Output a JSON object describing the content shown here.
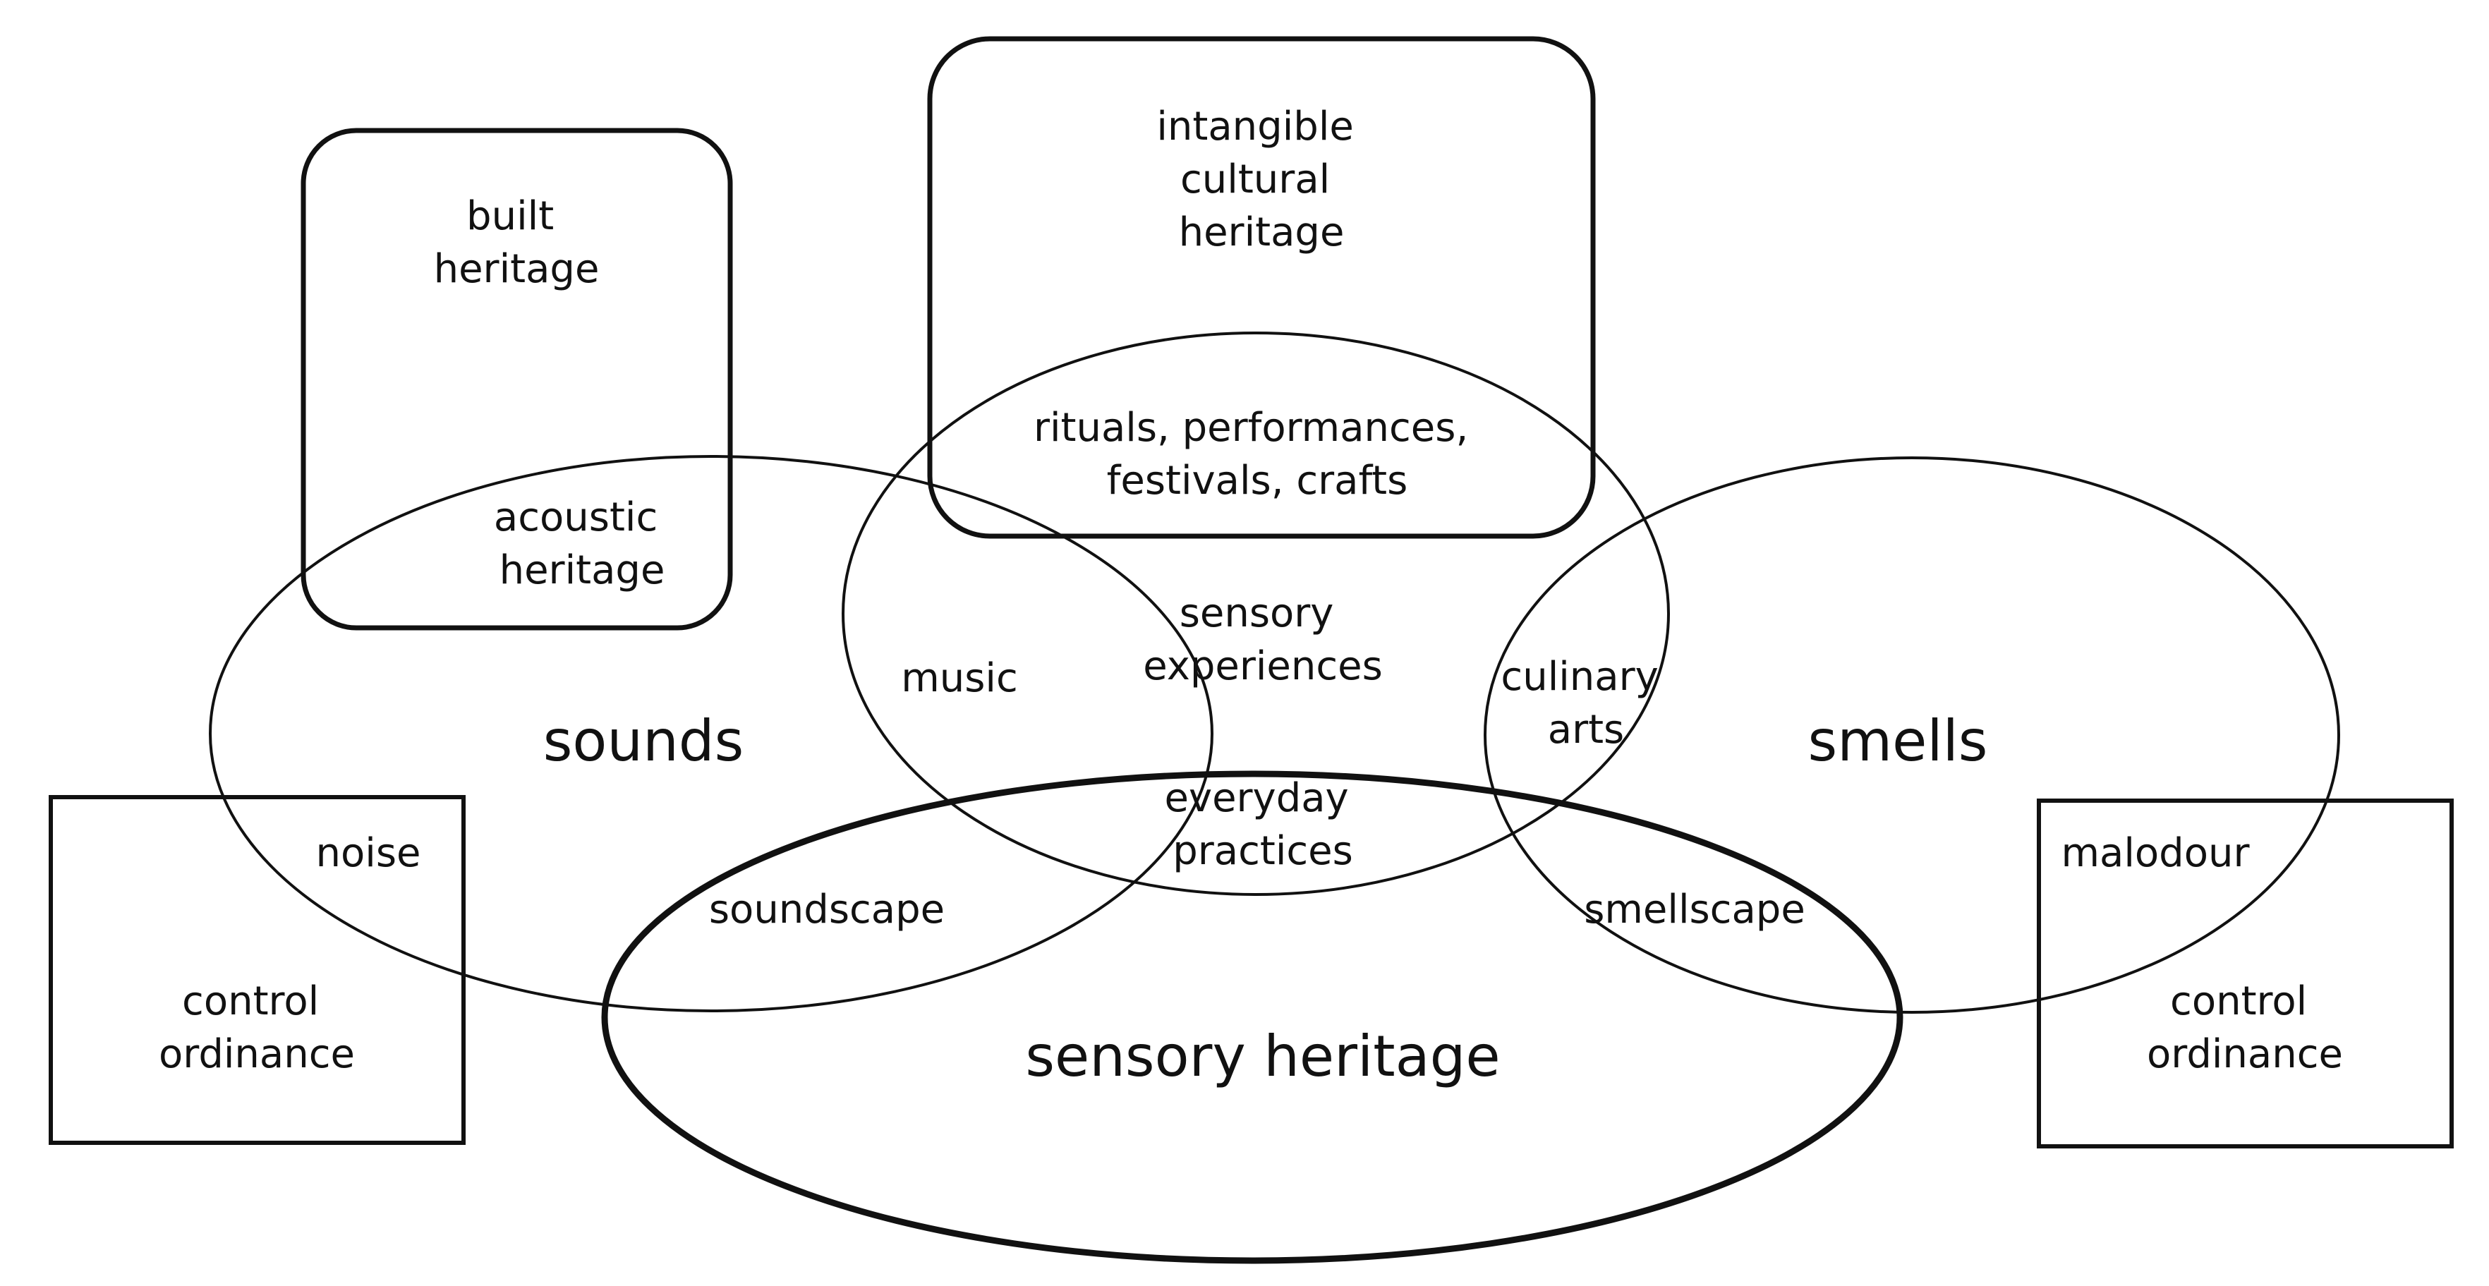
{
  "labels": {
    "built_heritage": [
      "built",
      "heritage"
    ],
    "intangible": [
      "intangible",
      "cultural",
      "heritage"
    ],
    "rituals": [
      "rituals, performances,",
      "festivals, crafts"
    ],
    "acoustic": [
      "acoustic",
      "heritage"
    ],
    "sensory_experiences": [
      "sensory",
      "experiences"
    ],
    "music": "music",
    "culinary": [
      "culinary",
      "arts"
    ],
    "sounds": "sounds",
    "smells": "smells",
    "everyday": [
      "everyday",
      "practices"
    ],
    "noise": "noise",
    "malodour": "malodour",
    "soundscape": "soundscape",
    "smellscape": "smellscape",
    "control_left": [
      "control",
      "ordinance"
    ],
    "control_right": [
      "control",
      "ordinance"
    ],
    "sensory_heritage": "sensory heritage"
  }
}
